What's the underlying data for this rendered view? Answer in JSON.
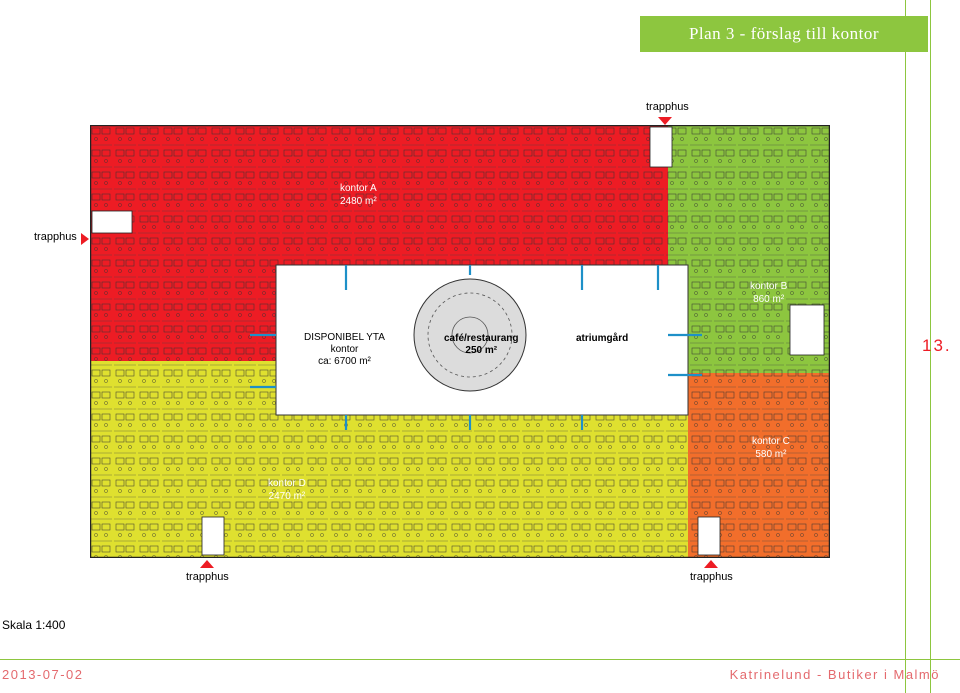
{
  "header": {
    "title": "Plan 3 - förslag till kontor"
  },
  "stairs": {
    "top": "trapphus",
    "left": "trapphus",
    "bottom_left": "trapphus",
    "bottom_right": "trapphus"
  },
  "zones": {
    "kontor_a": {
      "name": "kontor A",
      "area": "2480 m²",
      "color": "#ed1c24"
    },
    "kontor_b": {
      "name": "kontor B",
      "area": "860 m²",
      "color": "#8dc63f"
    },
    "kontor_c": {
      "name": "kontor C",
      "area": "580 m²",
      "color": "#f26e2b"
    },
    "kontor_d": {
      "name": "kontor D",
      "area": "2470 m²",
      "color": "#dfe02f"
    }
  },
  "center": {
    "available_line1": "DISPONIBEL YTA",
    "available_line2": "kontor",
    "available_line3": "ca: 6700 m²",
    "cafe_name": "café/restaurang",
    "cafe_area": "250 m²",
    "atrium": "atriumgård"
  },
  "page_number": "13.",
  "scale": "Skala 1:400",
  "footer": {
    "date": "2013-07-02",
    "project": "Katrinelund - Butiker i Malmö"
  },
  "colors": {
    "accent": "#8dc63f",
    "arrow": "#1e90c8",
    "stair_marker": "#ed1c24"
  }
}
